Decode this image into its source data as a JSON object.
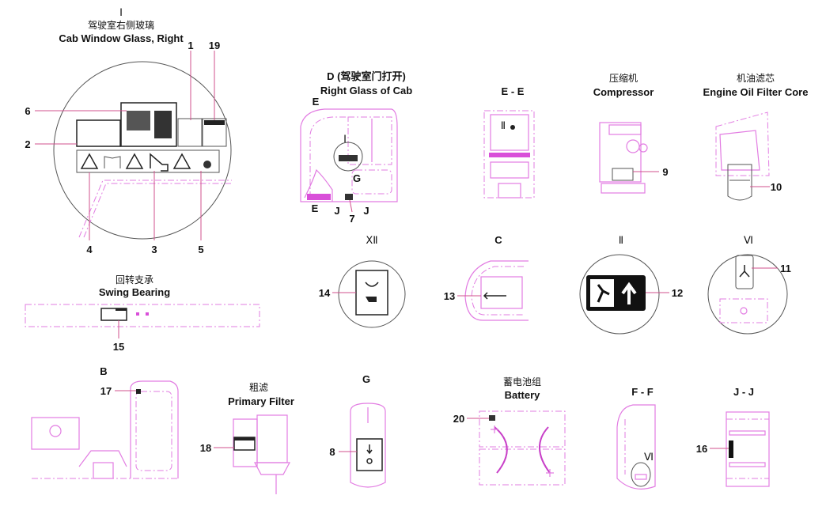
{
  "views": {
    "glass_right": {
      "roman": "Ⅰ",
      "title_cn": "驾驶室右侧玻璃",
      "title_en": "Cab Window Glass, Right",
      "labels": [
        "1",
        "19",
        "6",
        "2",
        "4",
        "3",
        "5"
      ]
    },
    "cab_d": {
      "title_cn": "D (驾驶室门打开)",
      "title_en": "Right Glass of Cab",
      "marks": {
        "e1": "E",
        "e2": "E",
        "j1": "J",
        "j2": "J",
        "g": "G",
        "i": "Ⅰ"
      },
      "label": "7"
    },
    "section_ee": {
      "title": "E - E",
      "mark": "Ⅱ"
    },
    "compressor": {
      "title_cn": "压缩机",
      "title_en": "Compressor",
      "label": "9"
    },
    "oil_filter": {
      "title_cn": "机油滤芯",
      "title_en": "Engine Oil Filter Core",
      "label": "10"
    },
    "detail_xii": {
      "title": "ⅩⅡ",
      "label": "14"
    },
    "detail_c": {
      "title": "C",
      "label": "13"
    },
    "detail_ii": {
      "title": "Ⅱ",
      "label": "12"
    },
    "detail_vi": {
      "title": "Ⅵ",
      "label": "11"
    },
    "swing_bearing": {
      "title_cn": "回转支承",
      "title_en": "Swing Bearing",
      "label": "15"
    },
    "view_b": {
      "title": "B",
      "label": "17"
    },
    "primary_filter": {
      "title_cn": "粗滤",
      "title_en": "Primary Filter",
      "label": "18"
    },
    "view_g": {
      "title": "G",
      "label": "8"
    },
    "battery": {
      "title_cn": "蓄电池组",
      "title_en": "Battery",
      "label": "20"
    },
    "section_ff": {
      "title": "F - F",
      "mark": "Ⅵ"
    },
    "section_jj": {
      "title": "J - J",
      "label": "16"
    }
  },
  "colors": {
    "drawing": "#e27ce2",
    "leader": "#d0508c",
    "text": "#111111"
  }
}
